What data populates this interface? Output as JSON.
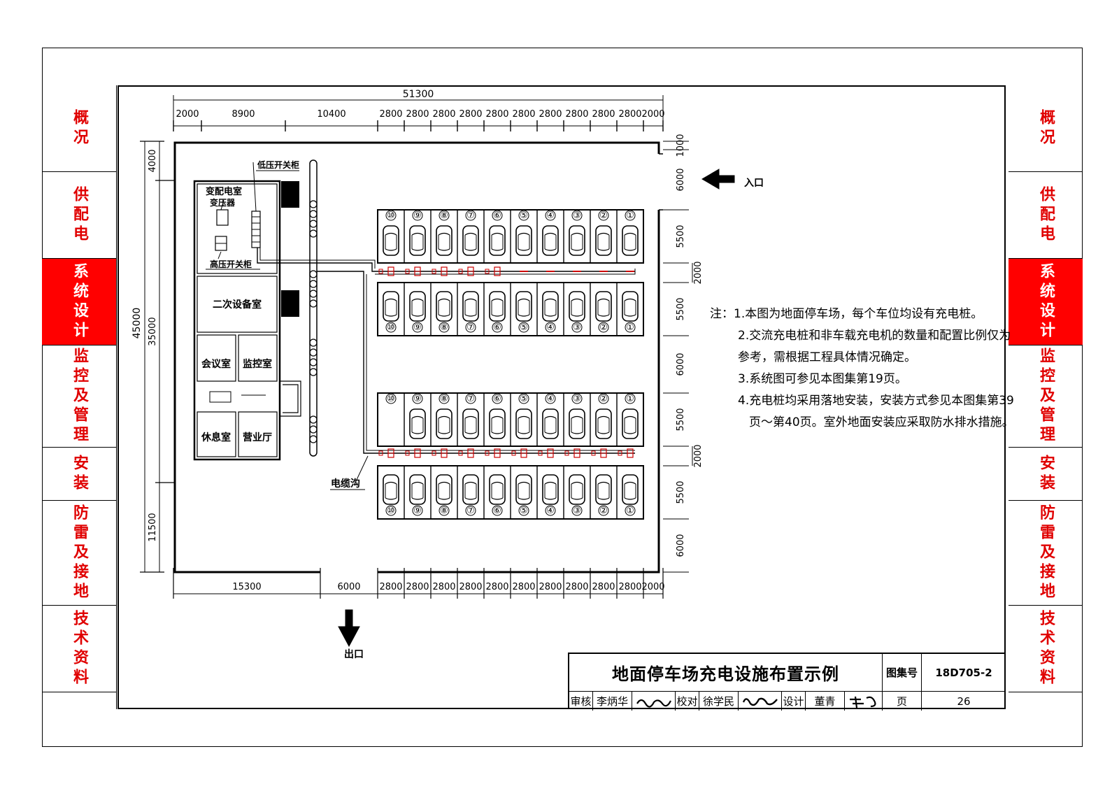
{
  "sidebar": {
    "tabs": [
      {
        "label": "概况"
      },
      {
        "label": "供配电"
      },
      {
        "label": "系统设计",
        "active": true
      },
      {
        "label": "监控及管理"
      },
      {
        "label": "安装"
      },
      {
        "label": "防雷及接地"
      },
      {
        "label": "技术资料"
      }
    ]
  },
  "plan": {
    "dims_top_total": "51300",
    "dims_top": [
      "2000",
      "8900",
      "10400",
      "2800",
      "2800",
      "2800",
      "2800",
      "2800",
      "2800",
      "2800",
      "2800",
      "2800",
      "2800",
      "2000"
    ],
    "dims_bottom": [
      "15300",
      "6000",
      "2800",
      "2800",
      "2800",
      "2800",
      "2800",
      "2800",
      "2800",
      "2800",
      "2800",
      "2800",
      "2000"
    ],
    "dims_left_total": "45000",
    "dims_left": [
      "4000",
      "35000",
      "11500"
    ],
    "dims_right": [
      "1000",
      "6000",
      "5500",
      "2000",
      "5500",
      "6000",
      "5500",
      "2000",
      "5500",
      "6000"
    ],
    "rooms": {
      "substation": "变配电室",
      "transformer": "变压器",
      "lv_cabinet": "低压开关柜",
      "hv_cabinet": "高压开关柜",
      "secondary": "二次设备室",
      "meeting": "会议室",
      "monitoring": "监控室",
      "lounge": "休息室",
      "business": "营业厅"
    },
    "cable_trench": "电缆沟",
    "entrance": "入口",
    "exit": "出口",
    "space_numbers": [
      "⑩",
      "⑨",
      "⑧",
      "⑦",
      "⑥",
      "⑤",
      "④",
      "③",
      "②",
      "①"
    ]
  },
  "notes": [
    "注：1.本图为地面停车场，每个车位均设有充电桩。",
    "2.交流充电桩和非车载充电机的数量和配置比例仅为",
    "参考，需根据工程具体情况确定。",
    "3.系统图可参见本图集第19页。",
    "4.充电桩均采用落地安装，安装方式参见本图集第39",
    "页～第40页。室外地面安装应采取防水排水措施。"
  ],
  "titleblock": {
    "title": "地面停车场充电设施布置示例",
    "atlas_label": "图集号",
    "atlas_no": "18D705-2",
    "review_label": "审核",
    "reviewer": "李炳华",
    "check_label": "校对",
    "checker": "徐学民",
    "design_label": "设计",
    "designer": "董青",
    "page_label": "页",
    "page_no": "26"
  },
  "colors": {
    "accent": "#ff0000",
    "red_text": "#e00000",
    "charger": "#cc0000"
  }
}
